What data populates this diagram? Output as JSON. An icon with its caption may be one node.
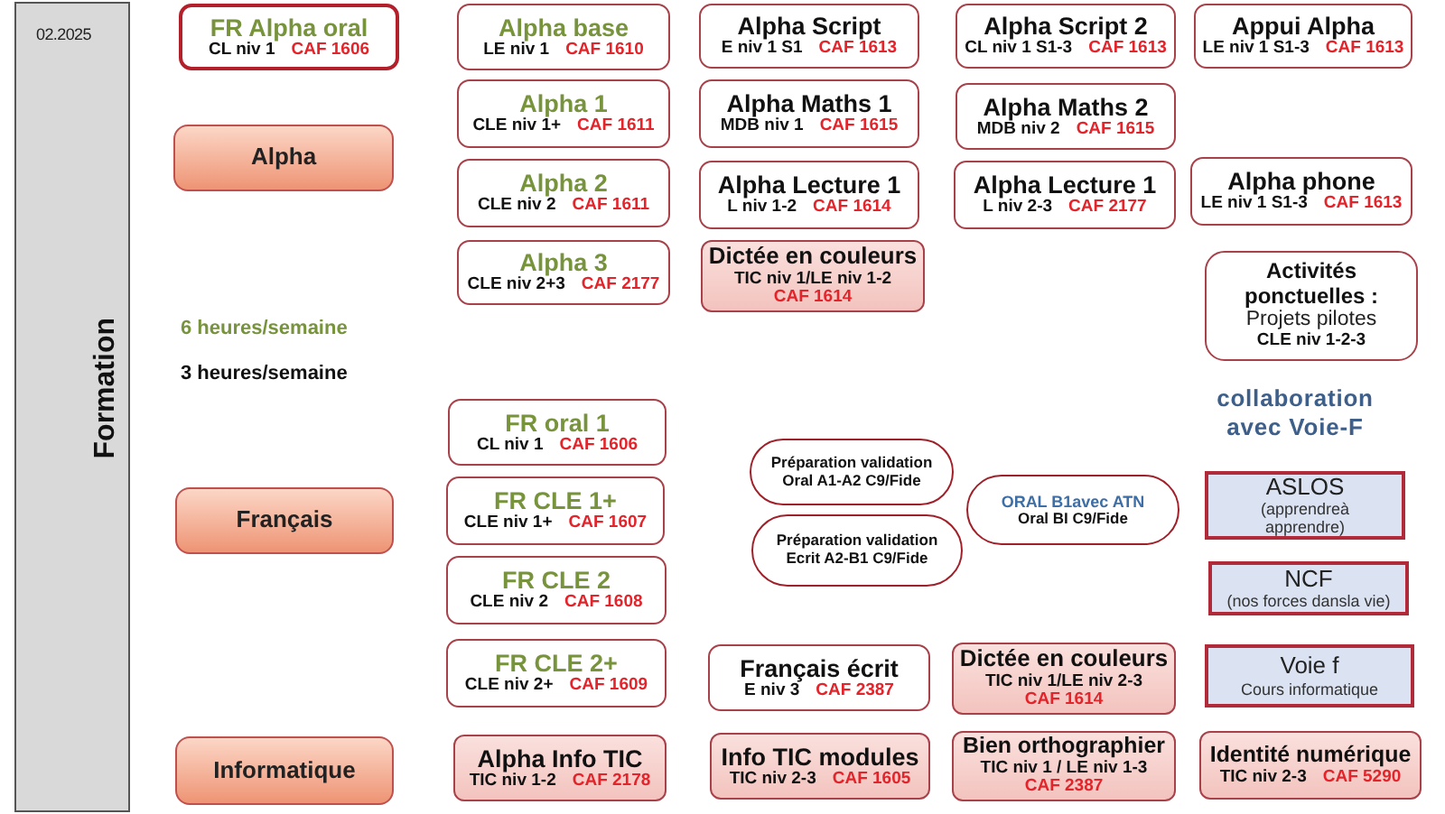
{
  "diagram": {
    "nodes": [
      {
        "text": [
          "02.2025",
          "Formation"
        ]
      },
      {
        "text": [
          "FR Alpha oral",
          "CL niv 1",
          "CAF 1606"
        ]
      },
      {
        "text": [
          "Alpha base",
          "LE niv 1",
          "CAF 1610"
        ]
      },
      {
        "text": [
          "Alpha Script",
          "E niv 1 S1",
          "CAF 1613"
        ]
      },
      {
        "text": [
          "Alpha Script 2",
          "CL niv 1 S1-3",
          "CAF 1613"
        ]
      },
      {
        "text": [
          "Appui Alpha",
          "LE niv 1 S1-3",
          "CAF 1613"
        ]
      },
      {
        "text": [
          "Alpha 1",
          "CLE niv 1+",
          "CAF 1611"
        ]
      },
      {
        "text": [
          "Alpha Maths 1",
          "MDB niv 1",
          "CAF 1615"
        ]
      },
      {
        "text": [
          "Alpha Maths 2",
          "MDB niv 2",
          "CAF 1615"
        ]
      },
      {
        "text": [
          "Alpha"
        ]
      },
      {
        "text": [
          "Alpha 2",
          "CLE niv 2",
          "CAF 1611"
        ]
      },
      {
        "text": [
          "Alpha Lecture 1",
          "L niv 1-2",
          "CAF 1614"
        ]
      },
      {
        "text": [
          "Alpha Lecture 1",
          "L niv 2-3",
          "CAF 2177"
        ]
      },
      {
        "text": [
          "Alpha phone",
          "LE niv 1 S1-3",
          "CAF 1613"
        ]
      },
      {
        "text": [
          "Alpha 3",
          "CLE niv 2+3",
          "CAF 2177"
        ]
      },
      {
        "text": [
          "Dictée en couleurs",
          "TIC niv 1/LE niv 1-2",
          "CAF 1614"
        ]
      },
      {
        "text": [
          "Activités ponctuelles :",
          "Projets pilotes",
          "CLE niv 1-2-3"
        ]
      },
      {
        "text": [
          "FR oral 1",
          "CL niv 1",
          "CAF 1606"
        ]
      },
      {
        "text": [
          "Préparation validation",
          "Oral A1-A2 C9/Fide"
        ]
      },
      {
        "text": [
          "Français"
        ]
      },
      {
        "text": [
          "FR CLE 1+",
          "CLE niv 1+",
          "CAF 1607"
        ]
      },
      {
        "text": [
          "ORAL B1avec ATN",
          "Oral BI C9/Fide"
        ]
      },
      {
        "text": [
          "ASLOS",
          "(apprendreà apprendre)"
        ]
      },
      {
        "text": [
          "Préparation validation",
          "Ecrit A2-B1 C9/Fide"
        ]
      },
      {
        "text": [
          "FR CLE 2",
          "CLE niv 2",
          "CAF 1608"
        ]
      },
      {
        "text": [
          "NCF",
          "(nos forces dansla vie)"
        ]
      },
      {
        "text": [
          "FR CLE 2+",
          "CLE niv 2+",
          "CAF 1609"
        ]
      },
      {
        "text": [
          "Français écrit",
          "E niv 3",
          "CAF 2387"
        ]
      },
      {
        "text": [
          "Dictée en couleurs",
          "TIC niv 1/LE niv 2-3",
          "CAF 1614"
        ]
      },
      {
        "text": [
          "Voie f",
          "Cours informatique"
        ]
      },
      {
        "text": [
          "Informatique"
        ]
      },
      {
        "text": [
          "Alpha Info TIC",
          "TIC niv 1-2",
          "CAF 2178"
        ]
      },
      {
        "text": [
          "Info TIC modules",
          "TIC niv 2-3",
          "CAF 1605"
        ]
      },
      {
        "text": [
          "Bien orthographier",
          "TIC niv 1 / LE niv 1-3",
          "CAF 2387"
        ]
      },
      {
        "text": [
          "Identité numérique",
          "TIC niv 2-3",
          "CAF 5290"
        ]
      }
    ],
    "labels": [
      "6 heures/semaine",
      "3 heures/semaine",
      "collaboration avec Voie-F"
    ]
  }
}
